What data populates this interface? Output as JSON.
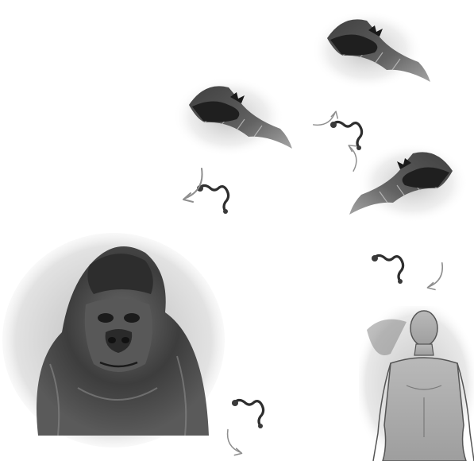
{
  "figure": {
    "nodes": [
      {
        "id": "bat-top",
        "icon": "bat-icon"
      },
      {
        "id": "bat-left",
        "icon": "bat-icon"
      },
      {
        "id": "bat-right",
        "icon": "bat-icon"
      },
      {
        "id": "gorilla",
        "icon": "gorilla-icon"
      },
      {
        "id": "human",
        "icon": "human-icon"
      }
    ],
    "agents": [
      {
        "id": "virus-1",
        "icon": "virus-icon"
      },
      {
        "id": "virus-2",
        "icon": "virus-icon"
      },
      {
        "id": "virus-3",
        "icon": "virus-icon"
      },
      {
        "id": "virus-4",
        "icon": "virus-icon"
      }
    ],
    "arrows": [
      {
        "id": "arrow-1",
        "icon": "curved-arrow-icon"
      },
      {
        "id": "arrow-2",
        "icon": "curved-arrow-icon"
      },
      {
        "id": "arrow-3",
        "icon": "curved-arrow-icon"
      },
      {
        "id": "arrow-4",
        "icon": "curved-arrow-icon"
      },
      {
        "id": "arrow-5",
        "icon": "curved-arrow-icon"
      }
    ],
    "colors": {
      "ink": "#2a2a2a",
      "mid": "#6e6e6e",
      "light": "#bdbdbd",
      "paper": "#ffffff"
    }
  }
}
